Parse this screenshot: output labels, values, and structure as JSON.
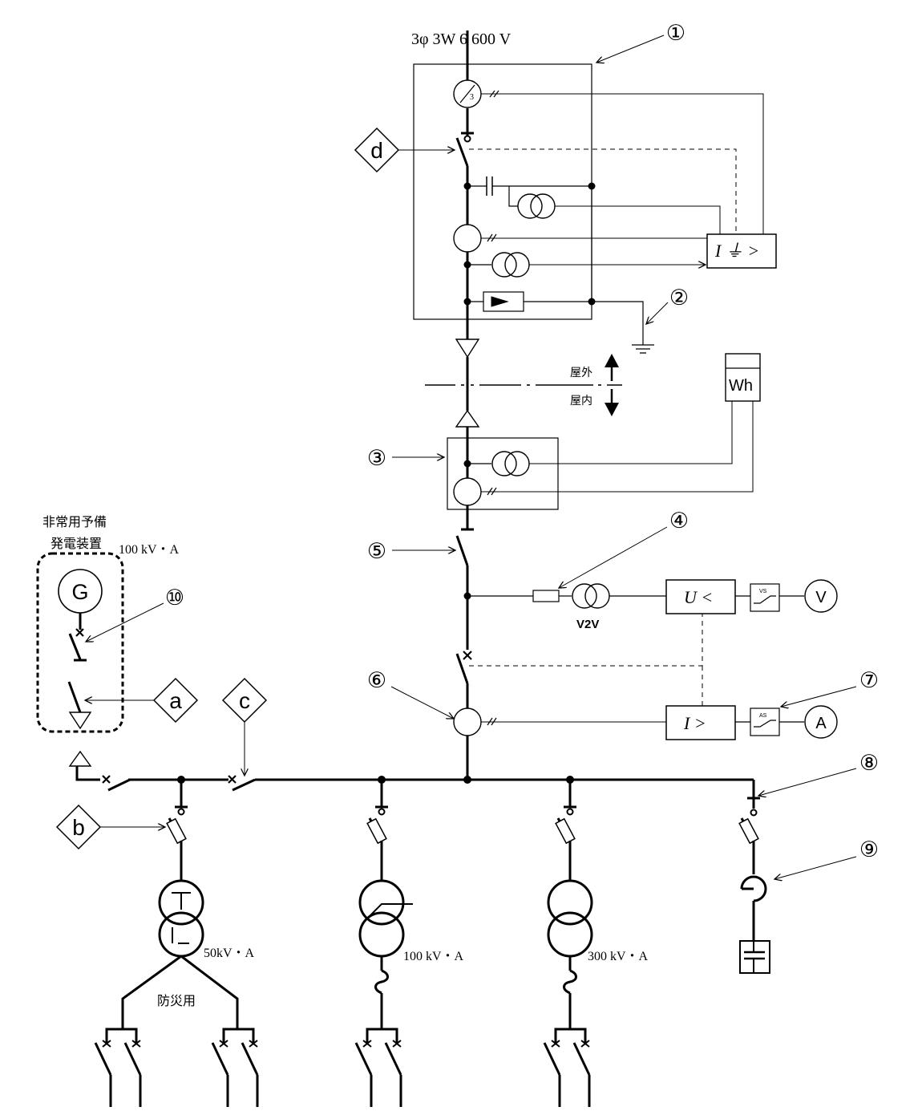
{
  "supply": {
    "label": "3φ 3W  6 600 V"
  },
  "callouts": {
    "c1": "①",
    "c2": "②",
    "c3": "③",
    "c4": "④",
    "c5": "⑤",
    "c6": "⑥",
    "c7": "⑦",
    "c8": "⑧",
    "c9": "⑨",
    "c10": "⑩",
    "a": "a",
    "b": "b",
    "c": "c",
    "d": "d"
  },
  "relays": {
    "ground": "I ⏚ >",
    "undervoltage": "U <",
    "overcurrent": "I  >"
  },
  "meters": {
    "wh": "Wh",
    "volt": "V",
    "amp": "A",
    "vs": "VS",
    "as": "AS"
  },
  "ct_ratio": "3",
  "pt_label": "V2V",
  "boundary": {
    "outdoor": "屋外",
    "indoor": "屋内"
  },
  "generator": {
    "title_line1": "非常用予備",
    "title_line2": "発電装置",
    "rating": "100 kV・A",
    "symbol": "G"
  },
  "transformers": {
    "t1_rating": "50kV・A",
    "t1_use": "防災用",
    "t2_rating": "100 kV・A",
    "t3_rating": "300 kV・A"
  }
}
